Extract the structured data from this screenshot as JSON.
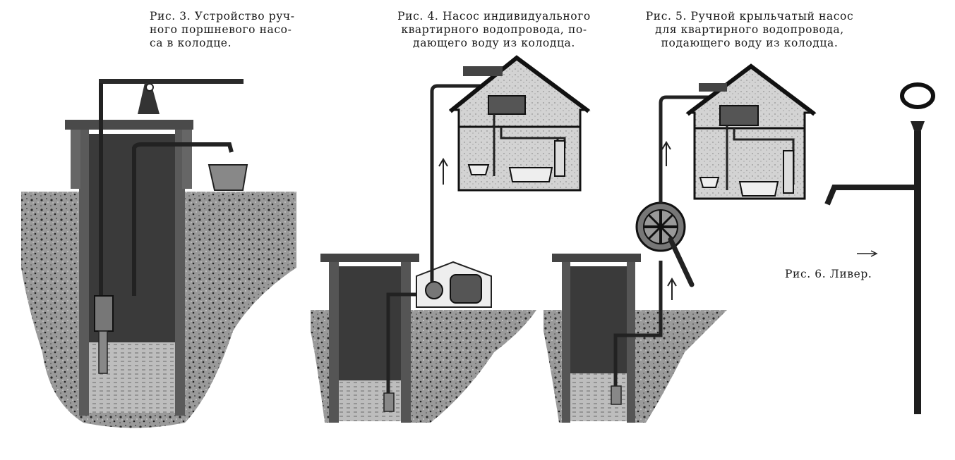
{
  "captions": {
    "fig3": "Рис. 3. Устройство руч-\nного поршневого насо-\nса в колодце.",
    "fig4": "Рис. 4. Насос индивидуального\nквартирного водопровода, по-\nдающего воду из колодца.",
    "fig5": "Рис. 5. Ручной крыльчатый насос\nдля квартирного водопровода,\nподающего воду из колодца.",
    "fig6": "Рис. 6. Ливер."
  },
  "colors": {
    "ink": "#1e1e1e",
    "soil": "#8a8a8a",
    "wellInterior": "#3a3a3a",
    "water": "#b8b8b8",
    "wall": "#5a5a5a",
    "houseFill": "#cfcfcf"
  }
}
